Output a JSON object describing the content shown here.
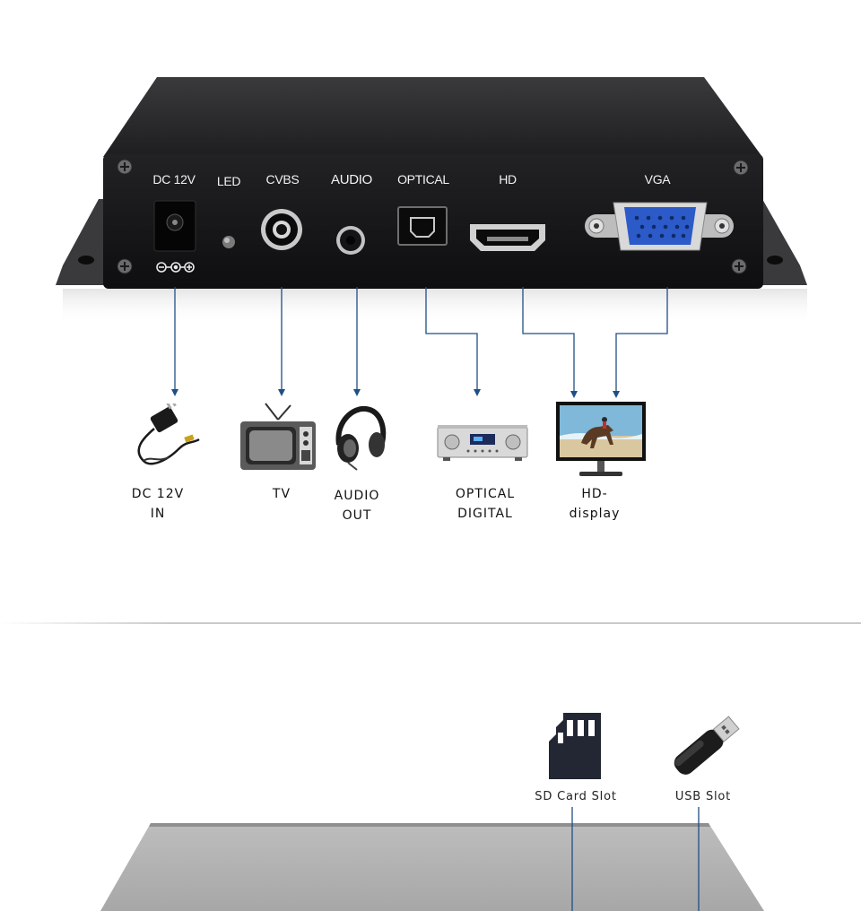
{
  "ports": {
    "dc": "DC 12V",
    "led": "LED",
    "cvbs": "CVBS",
    "audio": "AUDIO",
    "optical": "OPTICAL",
    "hd": "HD",
    "vga": "VGA"
  },
  "devices": {
    "dc_in_line1": "DC 12V",
    "dc_in_line2": "IN",
    "tv": "TV",
    "audio_out_line1": "AUDIO",
    "audio_out_line2": "OUT",
    "optical_line1": "OPTICAL",
    "optical_line2": "DIGITAL",
    "hd_line1": "HD-",
    "hd_line2": "display"
  },
  "slots": {
    "sd": "SD Card Slot",
    "usb": "USB Slot"
  },
  "colors": {
    "connector_line": "#1f4f86",
    "chassis_top": "#2b2b2d",
    "chassis_face": "#151517",
    "vga_blue": "#2c5ac8"
  },
  "icons": [
    "power-adapter-icon",
    "tv-icon",
    "headphones-icon",
    "amplifier-icon",
    "monitor-icon",
    "sd-card-icon",
    "usb-drive-icon"
  ]
}
